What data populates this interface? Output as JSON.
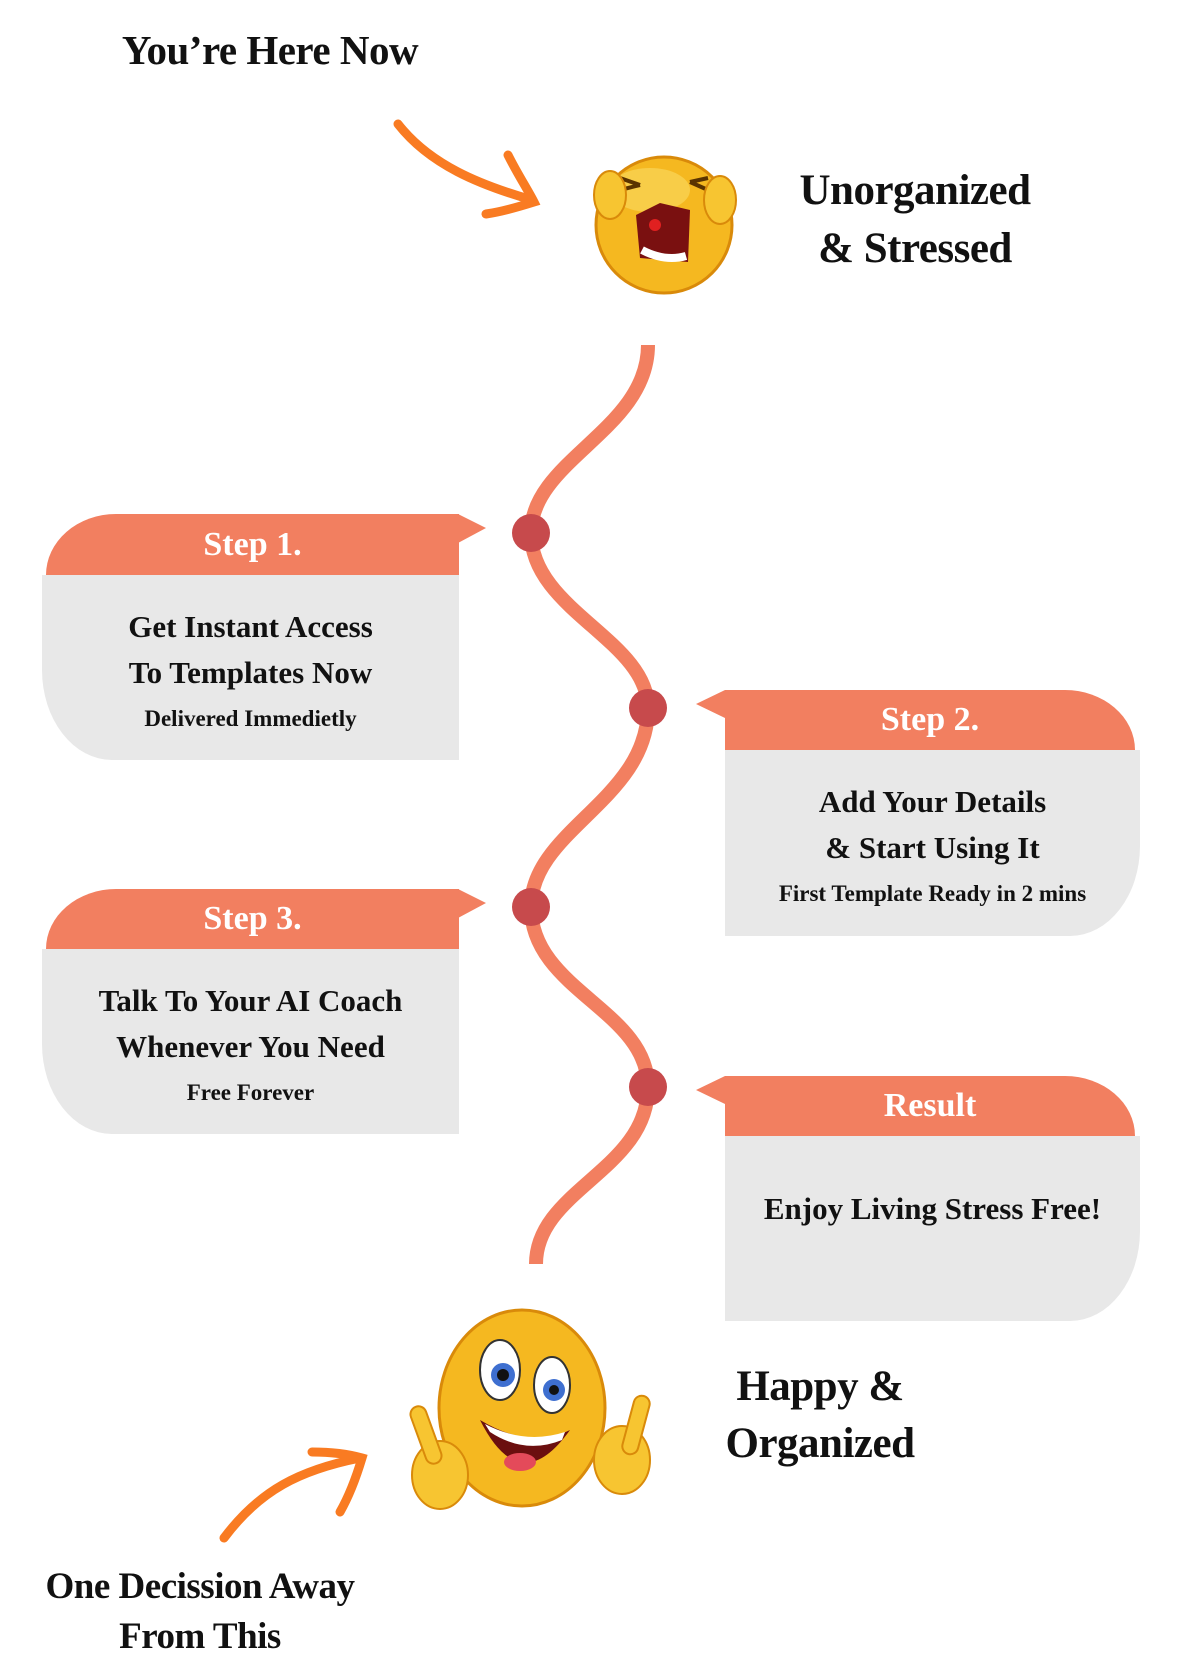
{
  "top": {
    "label": "You’re Here Now",
    "state_line1": "Unorganized",
    "state_line2": "& Stressed"
  },
  "steps": [
    {
      "title": "Step 1.",
      "line1": "Get Instant Access",
      "line2": "To Templates Now",
      "sub": "Delivered Immedietly"
    },
    {
      "title": "Step 2.",
      "line1": "Add Your Details",
      "line2": "& Start Using It",
      "sub": "First Template Ready in 2 mins"
    },
    {
      "title": "Step 3.",
      "line1": "Talk To Your AI Coach",
      "line2": "Whenever You Need",
      "sub": "Free Forever"
    },
    {
      "title": "Result",
      "line1": "Enjoy Living Stress Free!"
    }
  ],
  "bottom": {
    "state_line1": "Happy &",
    "state_line2": "Organized",
    "label_line1": "One Decission Away",
    "label_line2": "From This"
  },
  "colors": {
    "accent": "#F27F60",
    "dot": "#C74A4C",
    "card": "#E8E8E8",
    "arrow": "#F97B22"
  }
}
